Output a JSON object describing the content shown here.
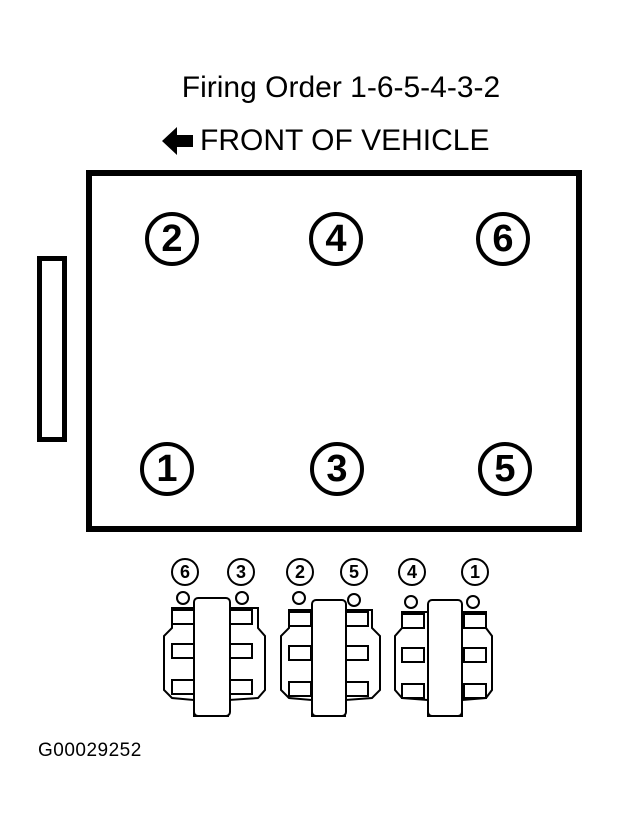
{
  "diagram": {
    "title": "Firing Order 1-6-5-4-3-2",
    "front_label": "FRONT OF VEHICLE",
    "cylinders": {
      "top_row": [
        "2",
        "4",
        "6"
      ],
      "bottom_row": [
        "1",
        "3",
        "5"
      ]
    },
    "coil_packs": [
      {
        "left": "6",
        "right": "3"
      },
      {
        "left": "2",
        "right": "5"
      },
      {
        "left": "4",
        "right": "1"
      }
    ],
    "figure_id": "G00029252"
  }
}
